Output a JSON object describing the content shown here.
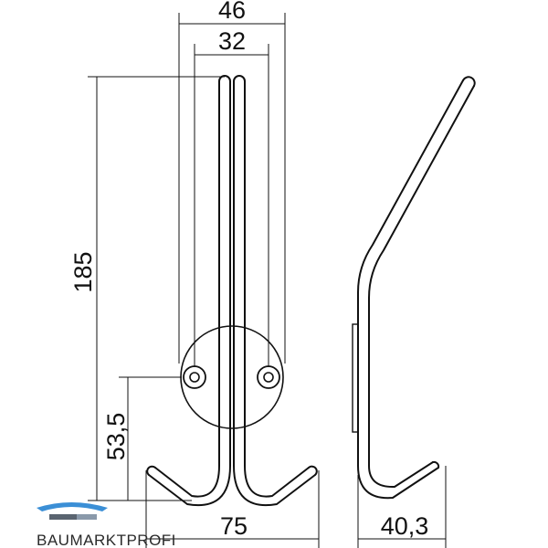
{
  "dimensions": {
    "overall_width": "46",
    "hole_spacing": "32",
    "height": "185",
    "hole_height": "53,5",
    "hook_span": "75",
    "depth": "40,3"
  },
  "brand": {
    "name": "BAUMARKTPROFI",
    "colors": {
      "accent": "#3b8fd6",
      "dark": "#111111"
    }
  }
}
